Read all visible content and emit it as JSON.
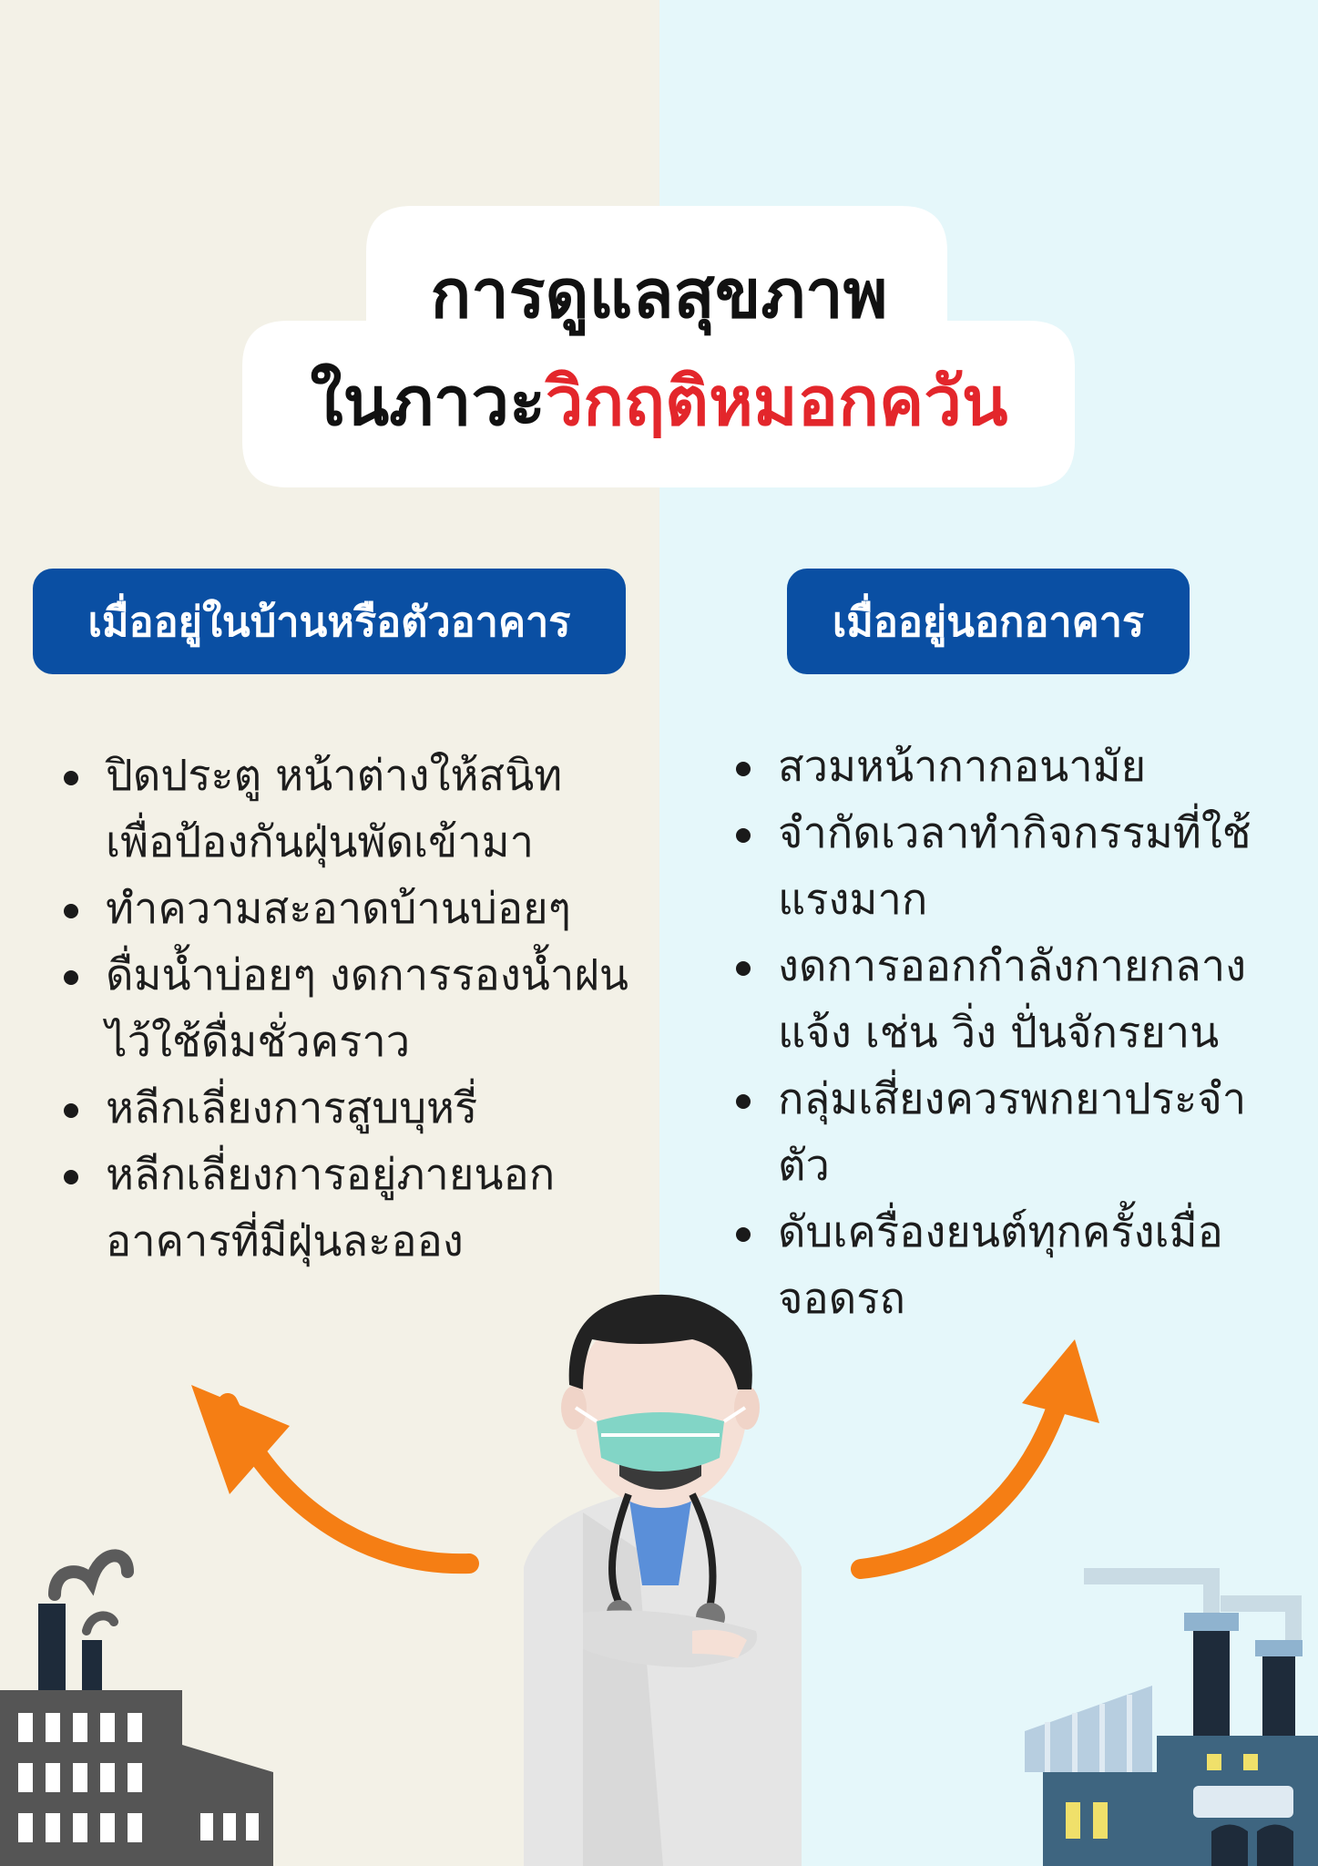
{
  "title": {
    "line1": "การดูแลสุขภาพ",
    "line2_prefix": "ในภาวะ",
    "line2_highlight": "วิกฤติหมอกควัน"
  },
  "colors": {
    "left_bg": "#f3f1e7",
    "right_bg": "#e5f7fa",
    "pill": "#0a4fa3",
    "highlight": "#e3262b",
    "arrow": "#f57e14"
  },
  "left": {
    "heading": "เมื่ออยู่ในบ้านหรือตัวอาคาร",
    "items": [
      "ปิดประตู หน้าต่างให้สนิท เพื่อป้องกันฝุ่นพัดเข้ามา",
      "ทำความสะอาดบ้านบ่อยๆ",
      "ดื่มน้ำบ่อยๆ งดการรองน้ำฝนไว้ใช้ดื่มชั่วคราว",
      "หลีกเลี่ยงการสูบบุหรี่",
      "หลีกเลี่ยงการอยู่ภายนอกอาคารที่มีฝุ่นละออง"
    ]
  },
  "right": {
    "heading": "เมื่ออยู่นอกอาคาร",
    "items": [
      "สวมหน้ากากอนามัย",
      "จำกัดเวลาทำกิจกรรมที่ใช้แรงมาก",
      "งดการออกกำลังกายกลางแจ้ง เช่น วิ่ง ปั่นจักรยาน",
      "กลุ่มเสี่ยงควรพกยาประจำตัว",
      "ดับเครื่องยนต์ทุกครั้งเมื่อจอดรถ"
    ]
  },
  "icons": [
    "factory-icon",
    "doctor-illustration",
    "arrow-icon",
    "factory-icon"
  ]
}
